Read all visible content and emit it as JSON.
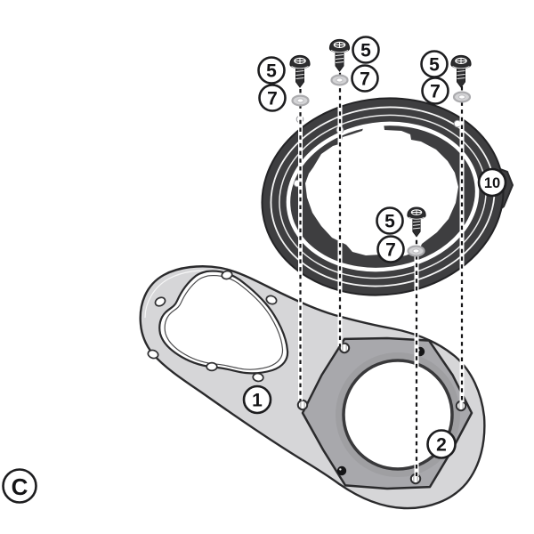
{
  "diagram": {
    "type": "exploded-parts-diagram",
    "section_label": "C",
    "callouts": {
      "screw": "5",
      "washer": "7",
      "plate": "1",
      "ring_nut": "2",
      "flange_ring": "10"
    },
    "colors": {
      "background": "#ffffff",
      "outline": "#2a2a2c",
      "ring_dark": "#3e3e40",
      "plate_gray": "#d6d6d8",
      "ring_nut_gray": "#a8a8ac",
      "washer_gray": "#d4d4d6"
    }
  }
}
